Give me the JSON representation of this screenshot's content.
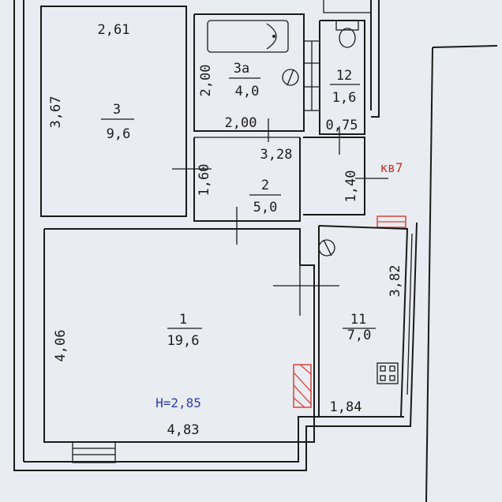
{
  "plan": {
    "apartment_label": "кв7",
    "ceiling_height": "H=2,85",
    "rooms": [
      {
        "id": "1",
        "area": "19,6"
      },
      {
        "id": "2",
        "area": "5,0"
      },
      {
        "id": "3",
        "area": "9,6"
      },
      {
        "id": "3а",
        "area": "4,0"
      },
      {
        "id": "11",
        "area": "7,0"
      },
      {
        "id": "12",
        "area": "1,6"
      }
    ],
    "dimensions": {
      "room3_width": "2,61",
      "room3_height": "3,67",
      "bath_height": "2,00",
      "bath_width": "2,00",
      "wc_width": "0,75",
      "hall_width": "3,28",
      "hall_left_height": "1,60",
      "hall_right_height": "1,40",
      "room1_height": "4,06",
      "room1_width": "4,83",
      "kitchen_height": "3,82",
      "kitchen_width": "1,84"
    },
    "colors": {
      "background": "#e9ecf0",
      "wall": "#1a1a1a",
      "text": "#1c1c1c",
      "blue_text": "#2a3fb0",
      "red_text": "#c8342c",
      "hatch": "#d8443a"
    }
  }
}
